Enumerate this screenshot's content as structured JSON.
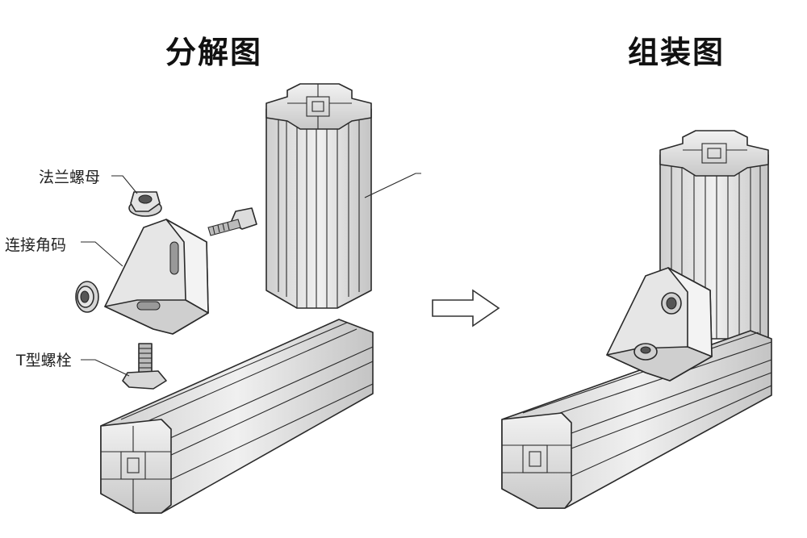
{
  "titles": {
    "exploded": "分解图",
    "assembled": "组装图"
  },
  "labels": {
    "flange_nut": "法兰螺母",
    "corner_bracket": "连接角码",
    "t_bolt": "T型螺栓"
  },
  "colors": {
    "profile_fill": "#d9d9d9",
    "profile_light": "#eeeeee",
    "profile_dark": "#a8a8a8",
    "outline": "#2a2a2a"
  }
}
